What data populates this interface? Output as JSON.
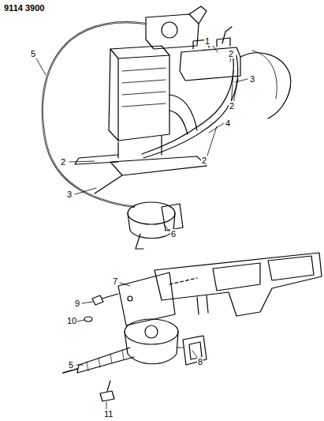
{
  "diagram": {
    "labels": [
      "9114 3900",
      "1",
      "2",
      "3",
      "2",
      "5",
      "2",
      "3",
      "4",
      "2",
      "6",
      "7",
      "9",
      "10",
      "8",
      "5",
      "11"
    ]
  }
}
